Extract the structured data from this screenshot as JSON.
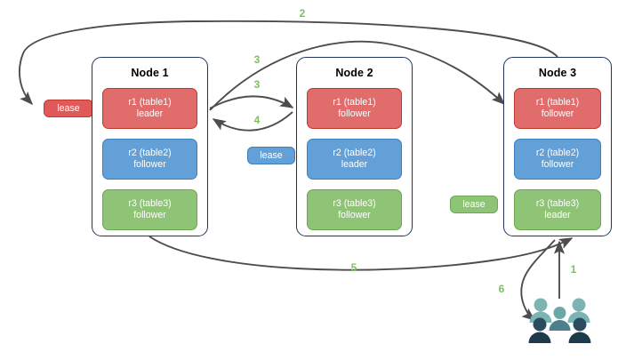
{
  "diagram": {
    "title": "Distributed range lease / replica routing diagram",
    "colors": {
      "replica_red": "#e06c6c",
      "replica_red_border": "#c0392b",
      "replica_blue": "#63a0d8",
      "replica_blue_border": "#3d7ebf",
      "replica_green": "#8fc477",
      "replica_green_border": "#6aa84f",
      "node_border": "#20365e",
      "edge": "#4d4d4d",
      "edge_label": "#7dbf62",
      "users_light": "#7cb4b4",
      "users_dark": "#2b4c5e"
    },
    "nodes": [
      {
        "id": "node-1",
        "title": "Node 1",
        "replicas": [
          {
            "id": "n1-r1",
            "line1": "r1 (table1)",
            "line2": "leader",
            "color": "red"
          },
          {
            "id": "n1-r2",
            "line1": "r2 (table2)",
            "line2": "follower",
            "color": "blue"
          },
          {
            "id": "n1-r3",
            "line1": "r3 (table3)",
            "line2": "follower",
            "color": "green"
          }
        ]
      },
      {
        "id": "node-2",
        "title": "Node 2",
        "replicas": [
          {
            "id": "n2-r1",
            "line1": "r1 (table1)",
            "line2": "follower",
            "color": "red"
          },
          {
            "id": "n2-r2",
            "line1": "r2 (table2)",
            "line2": "leader",
            "color": "blue"
          },
          {
            "id": "n2-r3",
            "line1": "r3 (table3)",
            "line2": "follower",
            "color": "green"
          }
        ]
      },
      {
        "id": "node-3",
        "title": "Node 3",
        "replicas": [
          {
            "id": "n3-r1",
            "line1": "r1 (table1)",
            "line2": "follower",
            "color": "red"
          },
          {
            "id": "n3-r2",
            "line1": "r2 (table2)",
            "line2": "follower",
            "color": "blue"
          },
          {
            "id": "n3-r3",
            "line1": "r3 (table3)",
            "line2": "leader",
            "color": "green"
          }
        ]
      }
    ],
    "leases": [
      {
        "id": "lease-red",
        "label": "lease",
        "color": "red"
      },
      {
        "id": "lease-blue",
        "label": "lease",
        "color": "blue"
      },
      {
        "id": "lease-green",
        "label": "lease",
        "color": "green"
      }
    ],
    "edge_labels": [
      {
        "id": "edge-label-1",
        "text": "1"
      },
      {
        "id": "edge-label-2",
        "text": "2"
      },
      {
        "id": "edge-label-3a",
        "text": "3"
      },
      {
        "id": "edge-label-3b",
        "text": "3"
      },
      {
        "id": "edge-label-4",
        "text": "4"
      },
      {
        "id": "edge-label-5",
        "text": "5"
      },
      {
        "id": "edge-label-6",
        "text": "6"
      }
    ],
    "users_icon": {
      "name": "users-icon"
    }
  }
}
